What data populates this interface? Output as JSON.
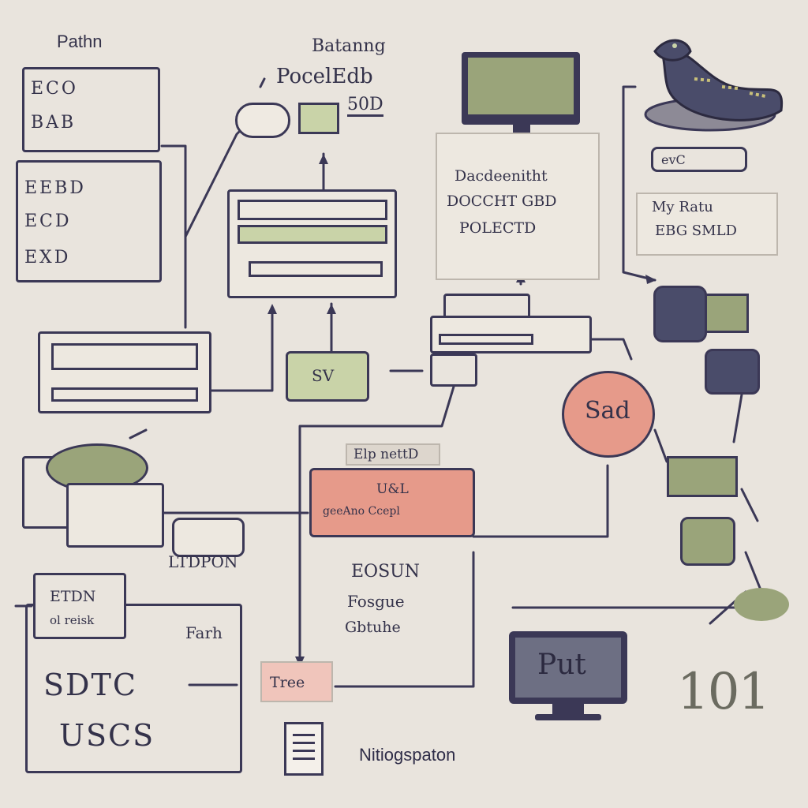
{
  "labels": {
    "top_left_title": "Pathn",
    "top_center_title": "Batanng",
    "top_center_sub": "PocelEdb",
    "small_tag": "50D",
    "center_card_line1": "Dacdeenitht",
    "center_card_line2": "DOCCHT GBD",
    "center_card_line3": "POLECTD",
    "right_pill": "evC",
    "right_small1": "My Ratu",
    "right_small2": "EBG SMLD",
    "left_list_1": "ECO",
    "left_list_2": "BAB",
    "left_list_3": "EEBD",
    "left_list_4": "ECD",
    "left_list_5": "EXD",
    "green_chip": "SV",
    "pink_circle": "Sad",
    "header_tag": "Elp nettD",
    "pink_bar_line1": "U&L",
    "pink_bar_line2": "geeAno Ccepl",
    "mid_text1": "EOSUN",
    "mid_text2": "Fosgue",
    "mid_text3": "Gbtuhe",
    "stack_label": "LTDPON",
    "note_line1": "ETDN",
    "note_line2": "ol reisk",
    "big_box_title": "Farh",
    "big_box_line1": "SDTC",
    "big_box_line2": "USCS",
    "small_pink_tag": "Tree",
    "doc_label": "Nitiogspaton",
    "monitor_label": "Put",
    "right_glyph": "101"
  },
  "colors": {
    "ink": "#3b3856",
    "paper": "#e9e4dd",
    "accent_pink": "#e69a8a",
    "accent_green": "#c9d3a8",
    "sage": "#9aa47a"
  }
}
